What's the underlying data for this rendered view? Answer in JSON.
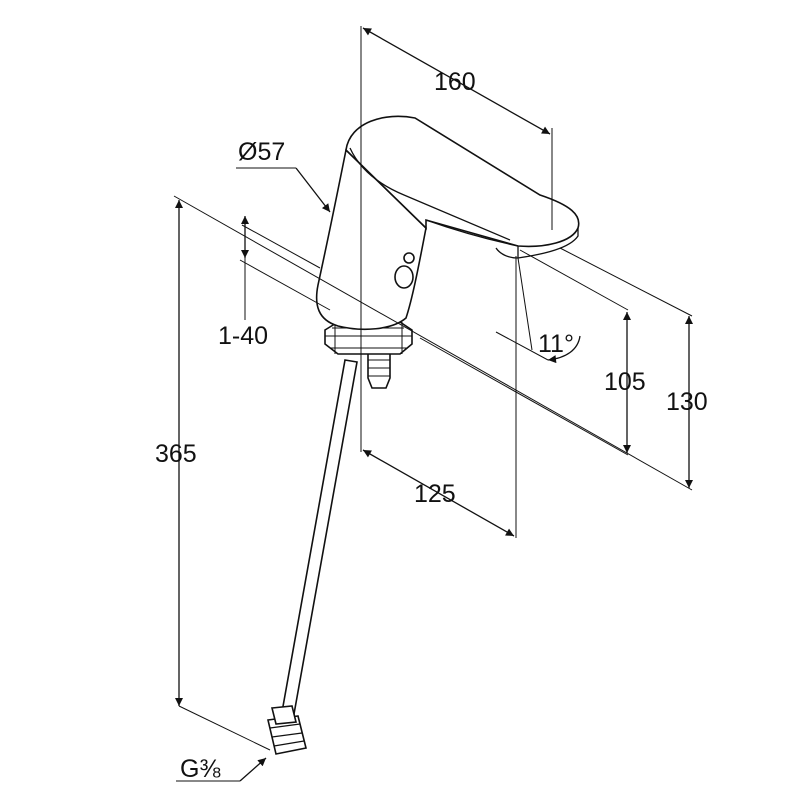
{
  "drawing": {
    "dimensions": {
      "spout_reach": "160",
      "body_diameter": "Ø57",
      "clamping_range": "1-40",
      "spout_angle": "11°",
      "spout_height": "105",
      "total_height": "130",
      "hose_length": "365",
      "projection": "125",
      "connection_thread": "G⅜"
    }
  }
}
